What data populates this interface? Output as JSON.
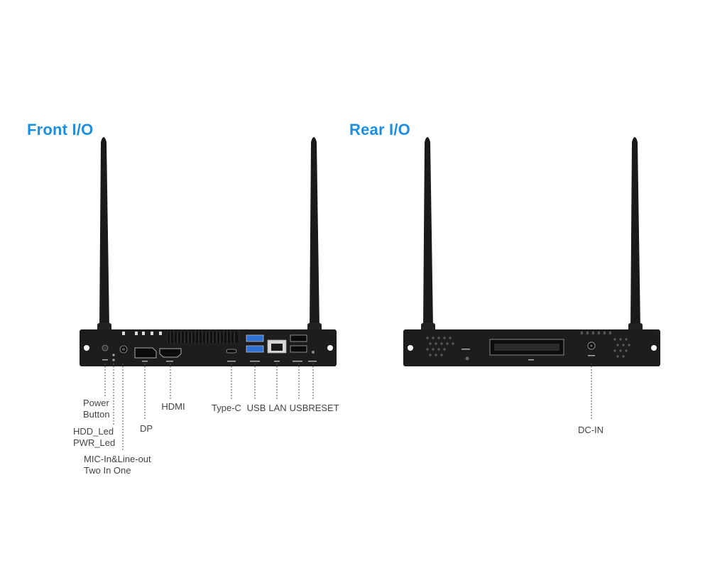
{
  "front": {
    "title": "Front I/O",
    "labels": {
      "power_button_1": "Power",
      "power_button_2": "Button",
      "hdd_led": "HDD_Led",
      "pwr_led": "PWR_Led",
      "mic_line_1": "MIC-In&Line-out",
      "mic_line_2": "Two In One",
      "dp": "DP",
      "hdmi": "HDMI",
      "type_c": "Type-C",
      "usb_1": "USB",
      "lan": "LAN",
      "usb_2": "USB",
      "reset": "RESET"
    }
  },
  "rear": {
    "title": "Rear I/O",
    "labels": {
      "dc_in": "DC-IN"
    }
  },
  "colors": {
    "title": "#1a8fe3",
    "device": "#1d1d1d",
    "usb_blue": "#2f6fd6"
  }
}
